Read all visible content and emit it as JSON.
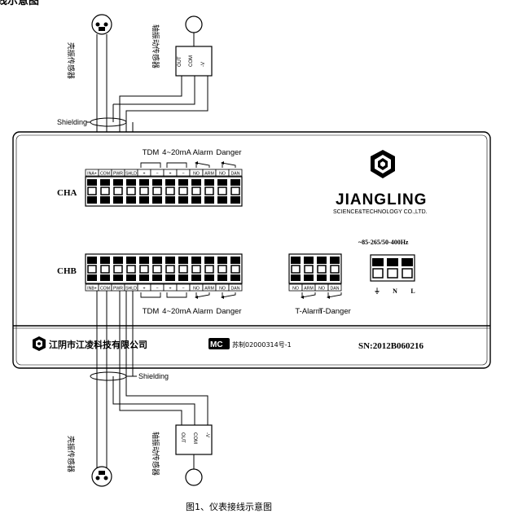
{
  "heading": "线示意图",
  "caption": "图1、仪表接线示意图",
  "panel": {
    "logo": {
      "brand": "JIANGLING",
      "subtitle": "SCIENCE&TECHNOLOGY CO.,LTD."
    },
    "power": {
      "label": "~85-265/50-400Hz",
      "terminals": [
        "⏚",
        "N",
        "L"
      ]
    },
    "company": "江阴市江凌科技有限公司",
    "cert": "苏制02000314号-1",
    "serial": "SN:2012B060216"
  },
  "channels": [
    {
      "name": "CHA",
      "groups": [
        "TDM",
        "4~20mA",
        "Alarm",
        "Danger"
      ],
      "terminals": [
        "INA+",
        "COM",
        "PWR",
        "SHLD",
        "+",
        "−",
        "+",
        "−",
        "NO",
        "ARM",
        "NO",
        "DAN"
      ]
    },
    {
      "name": "CHB",
      "groups": [
        "TDM",
        "4~20mA",
        "Alarm",
        "Danger"
      ],
      "terminals": [
        "INB+",
        "COM",
        "PWR",
        "SHLD",
        "+",
        "−",
        "+",
        "−",
        "NO",
        "ARM",
        "NO",
        "DAN"
      ]
    }
  ],
  "t_relay": {
    "terminals": [
      "NO",
      "ARM",
      "NO",
      "DAN"
    ],
    "labels": [
      "T-Alarm",
      "T-Danger"
    ]
  },
  "sensors": {
    "shell_label": "壳振传感器",
    "shaft_label": "轴振动传感器",
    "shaft_pins": [
      "OUT",
      "COM",
      "-V"
    ],
    "shielding": "Shielding"
  }
}
